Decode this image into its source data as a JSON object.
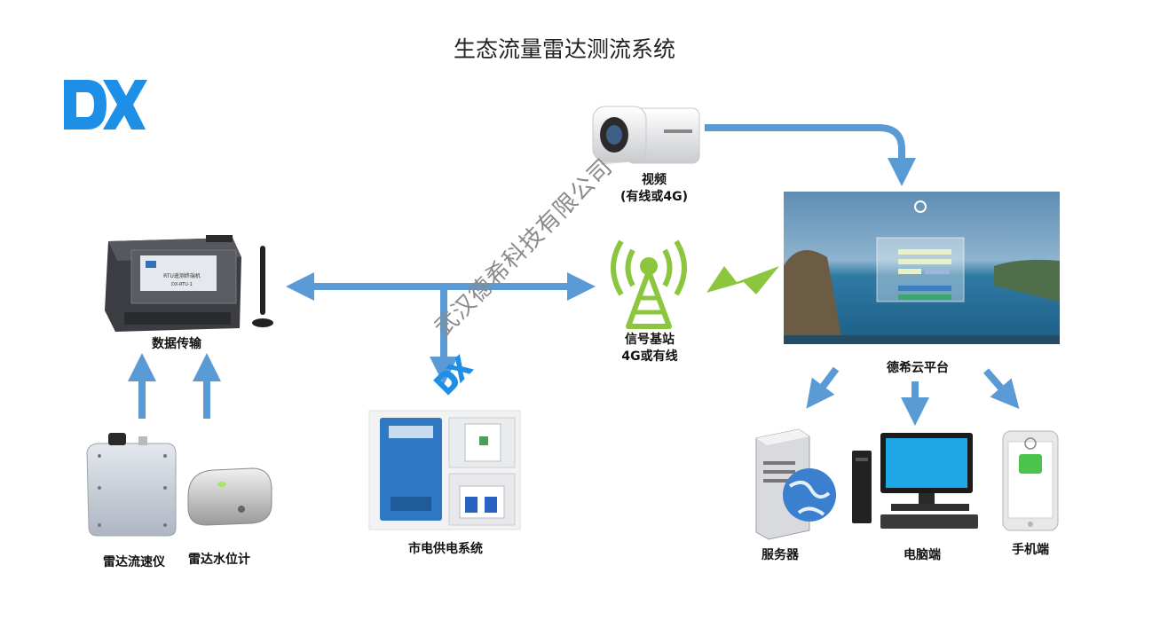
{
  "title": "生态流量雷达测流系统",
  "logo_text": "DX",
  "watermark": "武汉德希科技有限公司",
  "labels": {
    "video_line1": "视频",
    "video_line2": "(有线或4G)",
    "data_transmission": "数据传输",
    "base_station_line1": "信号基站",
    "base_station_line2": "4G或有线",
    "cloud_platform": "德希云平台",
    "mains_power": "市电供电系统",
    "radar_velocity": "雷达流速仪",
    "radar_level": "雷达水位计",
    "server": "服务器",
    "pc": "电脑端",
    "mobile": "手机端"
  },
  "device": {
    "panel_title": "RTU遥测终端机",
    "model": "DX-RTU-1"
  },
  "colors": {
    "arrow": "#5b9bd5",
    "logo": "#1e8fe6",
    "signal_green": "#8cc63f"
  }
}
